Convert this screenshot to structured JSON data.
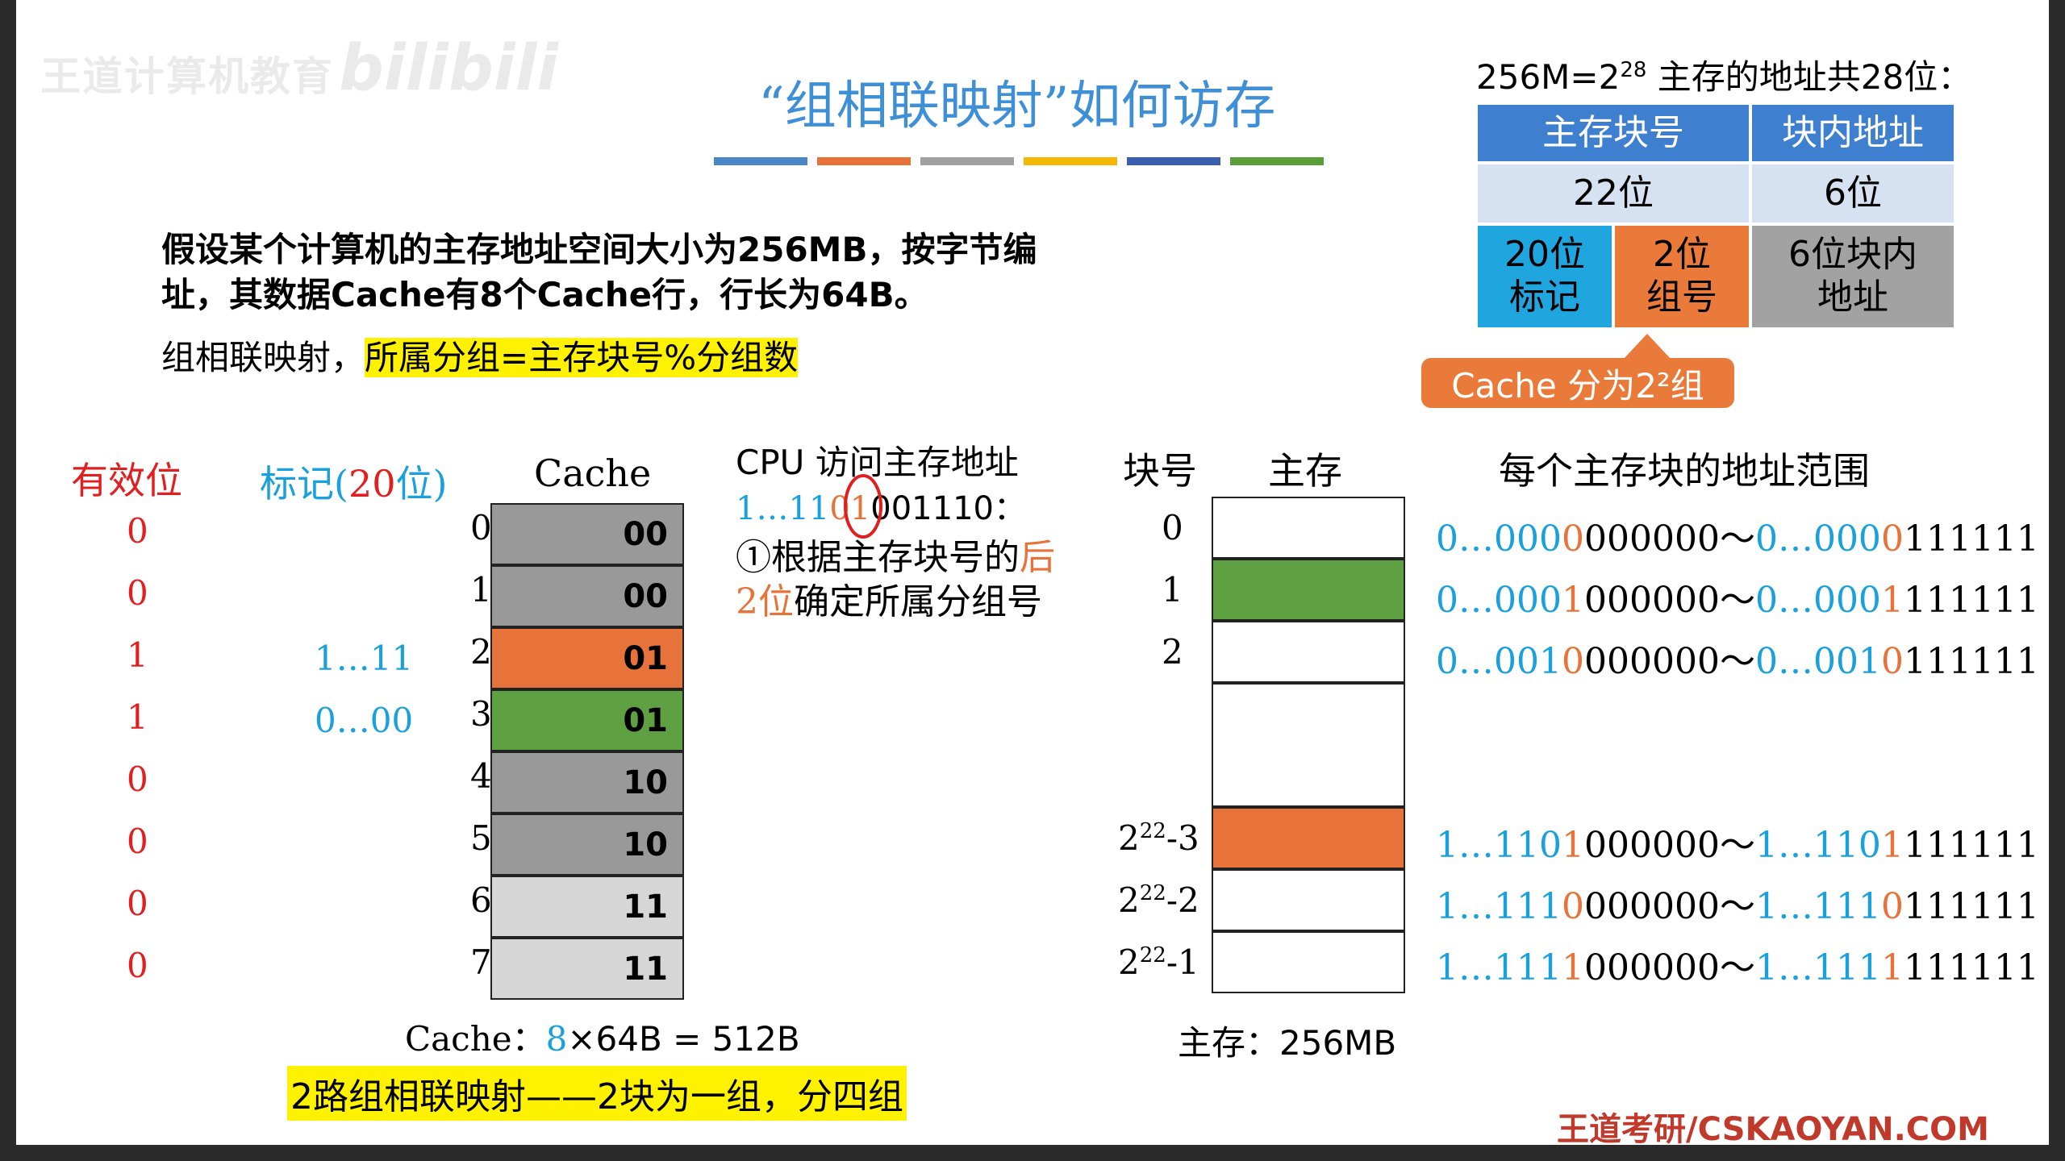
{
  "watermark": "王道计算机教育",
  "watermark_logo": "bilibili",
  "title": "“组相联映射”如何访存",
  "title_bar_colors": [
    "#4a86c8",
    "#e8733a",
    "#a0a0a0",
    "#f5b800",
    "#3a5fb0",
    "#5a9e3a"
  ],
  "info": {
    "caption_prefix": "256M=2",
    "caption_exp": "28",
    "caption_suffix": " 主存的地址共28位：",
    "head_block": "主存块号",
    "head_offset": "块内地址",
    "bits_block": "22位",
    "bits_offset": "6位",
    "tag_cell": "20位\n标记",
    "group_cell": "2位\n组号",
    "offset_cell": "6位块内\n地址",
    "tip": "Cache 分为2²组"
  },
  "para": {
    "line1": "假设某个计算机的主存地址空间大小为256MB，按字节编",
    "line2": "址，其数据Cache有8个Cache行，行长为64B。",
    "line3_prefix": "组相联映射，",
    "line3_highlight": "所属分组=主存块号%分组数"
  },
  "cache": {
    "header_valid": "有效位",
    "header_tag": "标记(20位)",
    "header_tag_main": "标记(",
    "header_tag_num": "20",
    "header_tag_end": "位)",
    "header_cache": "Cache",
    "valid_bits": [
      "0",
      "0",
      "1",
      "1",
      "0",
      "0",
      "0",
      "0"
    ],
    "tags": [
      "",
      "",
      "1…11",
      "0…00",
      "",
      "",
      "",
      ""
    ],
    "line_numbers": [
      "0",
      "1",
      "2",
      "3",
      "4",
      "5",
      "6",
      "7"
    ],
    "groups": [
      "00",
      "00",
      "01",
      "01",
      "10",
      "10",
      "11",
      "11"
    ],
    "line_colors": [
      "#999999",
      "#999999",
      "#e8733a",
      "#5fa043",
      "#999999",
      "#999999",
      "#d6d6d6",
      "#d6d6d6"
    ],
    "size_prefix": "Cache：",
    "size_num": "8",
    "size_suffix": "×64B = 512B",
    "note": "2路组相联映射——2块为一组，分四组"
  },
  "cpu": {
    "title": "CPU 访问主存地址",
    "addr_blue": "1…11",
    "addr_orange": "01",
    "addr_black": "001110：",
    "step_prefix": "①根据主存块号的",
    "step_orange": "后",
    "step2_orange": "2位",
    "step2_rest": "确定所属分组号"
  },
  "memory": {
    "header_num": "块号",
    "header_mem": "主存",
    "header_range": "每个主存块的地址范围",
    "block_labels": [
      "0",
      "1",
      "2",
      "2²²-3",
      "2²²-2",
      "2²²-1"
    ],
    "dots": "·\n·\n·",
    "size_label": "主存：256MB",
    "ranges": [
      {
        "a1": "0…000",
        "a2": "0",
        "a3": "000000～",
        "b1": "0…000",
        "b2": "0",
        "b3": "111111"
      },
      {
        "a1": "0…000",
        "a2": "1",
        "a3": "000000～",
        "b1": "0…000",
        "b2": "1",
        "b3": "111111"
      },
      {
        "a1": "0…001",
        "a2": "0",
        "a3": "000000～",
        "b1": "0…001",
        "b2": "0",
        "b3": "111111"
      },
      {
        "a1": "1…110",
        "a2": "1",
        "a3": "000000～",
        "b1": "1…110",
        "b2": "1",
        "b3": "111111"
      },
      {
        "a1": "1…111",
        "a2": "0",
        "a3": "000000～",
        "b1": "1…111",
        "b2": "0",
        "b3": "111111"
      },
      {
        "a1": "1…111",
        "a2": "1",
        "a3": "000000～",
        "b1": "1…111",
        "b2": "1",
        "b3": "111111"
      }
    ]
  },
  "footer": "王道考研/CSKAOYAN.COM"
}
